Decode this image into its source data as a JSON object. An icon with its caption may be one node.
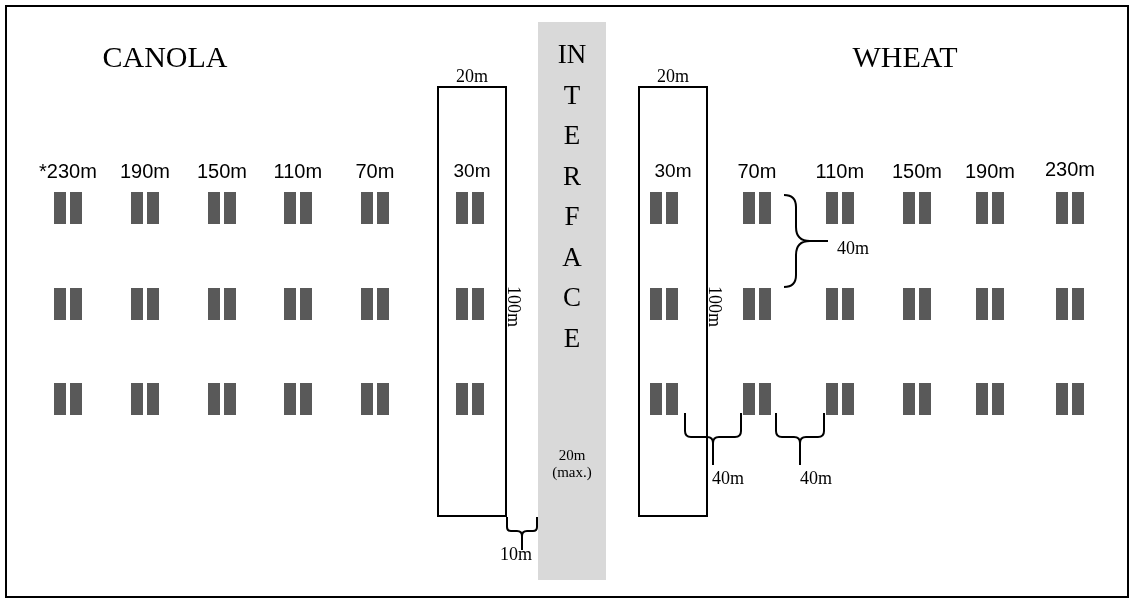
{
  "diagram": {
    "nodes": [
      {
        "text": [
          "20m",
          "30m"
        ],
        "beside": [
          "100m"
        ]
      },
      {
        "text": [
          "INTERFACE",
          "20m (max.)"
        ]
      },
      {
        "text": [
          "20m",
          "30m"
        ],
        "beside": [
          "100m"
        ]
      }
    ],
    "labels": [
      "CANOLA",
      "WHEAT",
      "*230m",
      "190m",
      "150m",
      "110m",
      "70m",
      "70m",
      "110m",
      "150m",
      "190m",
      "230m",
      "40m",
      "40m",
      "40m",
      "10m"
    ]
  }
}
